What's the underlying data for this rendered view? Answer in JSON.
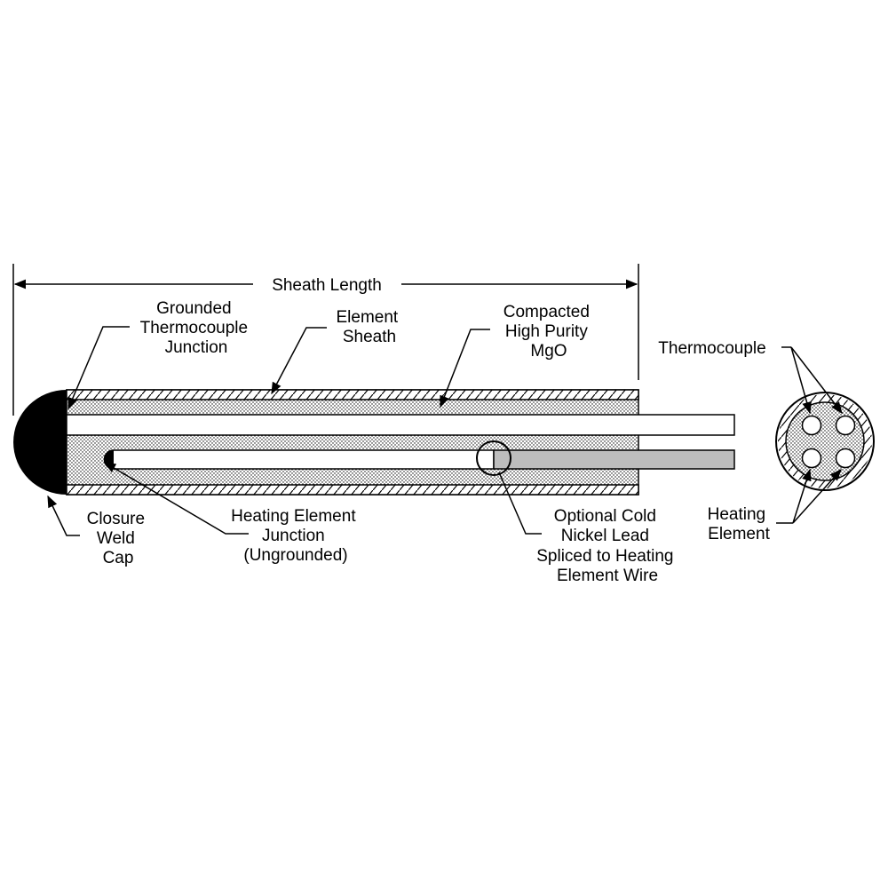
{
  "labels": {
    "sheath_length": "Sheath Length",
    "grounded_tc": [
      "Grounded",
      "Thermocouple",
      "Junction"
    ],
    "element_sheath": [
      "Element",
      "Sheath"
    ],
    "mgo": [
      "Compacted",
      "High Purity",
      "MgO"
    ],
    "thermocouple": "Thermocouple",
    "closure": [
      "Closure",
      "Weld",
      "Cap"
    ],
    "heating_junction": [
      "Heating Element",
      "Junction",
      "(Ungrounded)"
    ],
    "cold_lead": [
      "Optional Cold",
      "Nickel Lead",
      "Spliced to Heating",
      "Element Wire"
    ],
    "heating_element": [
      "Heating",
      "Element"
    ]
  },
  "colors": {
    "line": "#000000",
    "weld_cap": "#000000",
    "cold_lead_fill": "#bdbdbd",
    "background": "#ffffff"
  }
}
